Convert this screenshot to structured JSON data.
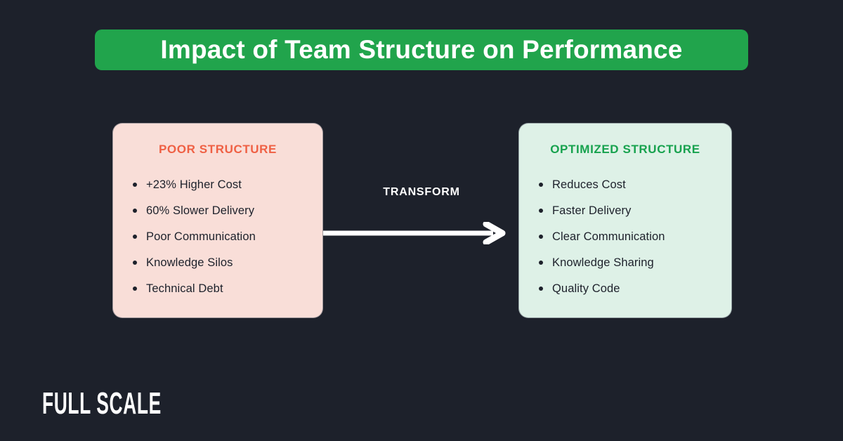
{
  "page": {
    "background_color": "#1d212b"
  },
  "banner": {
    "title": "Impact of Team Structure on Performance",
    "background_color": "#21a44c",
    "text_color": "#ffffff"
  },
  "cards": {
    "poor": {
      "title": "POOR STRUCTURE",
      "title_color": "#ef6044",
      "background_color": "#f9ded8",
      "items": [
        "+23% Higher Cost",
        "60% Slower Delivery",
        "Poor Communication",
        "Knowledge Silos",
        "Technical Debt"
      ]
    },
    "optimized": {
      "title": "OPTIMIZED STRUCTURE",
      "title_color": "#17a24e",
      "background_color": "#def1e7",
      "items": [
        "Reduces Cost",
        "Faster Delivery",
        "Clear Communication",
        "Knowledge Sharing",
        "Quality Code"
      ]
    }
  },
  "transform": {
    "label": "TRANSFORM",
    "arrow_icon": "right-arrow-icon",
    "arrow_color": "#ffffff"
  },
  "footer": {
    "logo_text": "FULL SCALE"
  }
}
